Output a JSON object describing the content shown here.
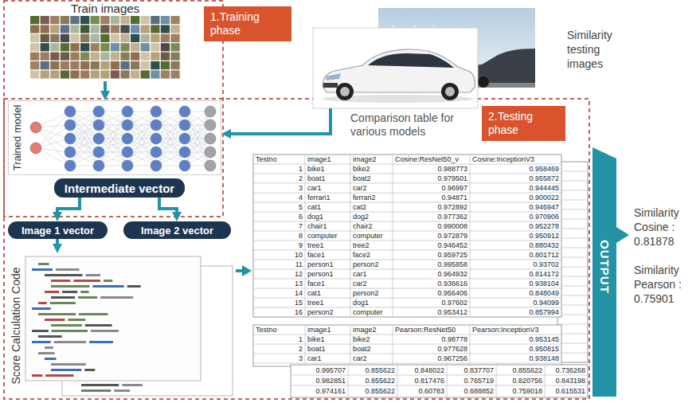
{
  "diagram": {
    "nodes": [
      {
        "text": [
          "1.Training phase"
        ]
      },
      {
        "text": [
          "Train images"
        ]
      },
      {
        "text": [
          "Similarity testing images"
        ]
      },
      {
        "text": [
          "2.Testing phase"
        ]
      },
      {
        "text": [
          "Trained model"
        ]
      },
      {
        "text": [
          "Intermediate vector"
        ]
      },
      {
        "text": [
          "Image 1 vector"
        ]
      },
      {
        "text": [
          "Image 2 vector"
        ]
      },
      {
        "text": [
          "Score Calculation Code"
        ]
      },
      {
        "text": [
          "OUTPUT"
        ]
      }
    ],
    "edges": [
      {
        "from": 1,
        "to": 4,
        "arrow": "to"
      },
      {
        "from": 2,
        "to": 4,
        "arrow": "to"
      },
      {
        "from": 5,
        "to": 6,
        "arrow": "to"
      },
      {
        "from": 5,
        "to": 7,
        "arrow": "to"
      },
      {
        "from": 6,
        "to": 8,
        "arrow": "to"
      }
    ],
    "labels": [
      "Comparison table for various models",
      "Testno",
      "image1",
      "image2",
      "Cosine:ResNet50_v",
      "Cosine:InceptionV3",
      "1",
      "bike1",
      "bike2",
      "0.988773",
      "0.958469",
      "2",
      "boat1",
      "boat2",
      "0.979501",
      "0.955872",
      "3",
      "car1",
      "car2",
      "0.96997",
      "0.944445",
      "4",
      "ferrari1",
      "ferrari2",
      "0.94871",
      "0.900022",
      "5",
      "cat1",
      "cat2",
      "0.972892",
      "0.946947",
      "6",
      "dog1",
      "dog2",
      "0.977362",
      "0.970906",
      "7",
      "chair1",
      "chair2",
      "0.990008",
      "0.952278",
      "8",
      "computer",
      "computer",
      "0.972879",
      "0.950912",
      "9",
      "tree1",
      "tree2",
      "0.946452",
      "0.880432",
      "10",
      "face1",
      "face2",
      "0.959725",
      "0.801712",
      "11",
      "person1",
      "person2",
      "0.995858",
      "0.93702",
      "12",
      "person1",
      "car1",
      "0.964932",
      "0.814172",
      "13",
      "face1",
      "car2",
      "0.936616",
      "0.938104",
      "14",
      "cat1",
      "person2",
      "0.956406",
      "0.848049",
      "15",
      "tree1",
      "dog1",
      "0.97602",
      "0.94099",
      "16",
      "person2",
      "computer",
      "0.953412",
      "0.857994",
      "Testno",
      "image1",
      "image2",
      "Pearson:ResNet50",
      "Pearson:InceptionV3",
      "1",
      "bike1",
      "bike2",
      "0.98778",
      "0.953145",
      "2",
      "boat1",
      "boat2",
      "0.977628",
      "0.950815",
      "3",
      "car1",
      "car2",
      "0.967256",
      "0.938148",
      "0.995707",
      "0.855622",
      "0.848022",
      "0.837707",
      "0.855622",
      "0.736268",
      "0.982851",
      "0.855622",
      "0.817476",
      "0.765719",
      "0.820756",
      "0.843198",
      "0.974161",
      "0.855622",
      "0.60783",
      "0.688852",
      "0.759018",
      "0.615531",
      "Similarity Cosine : 0.81878",
      "Similarity Pearson : 0.75901"
    ]
  }
}
